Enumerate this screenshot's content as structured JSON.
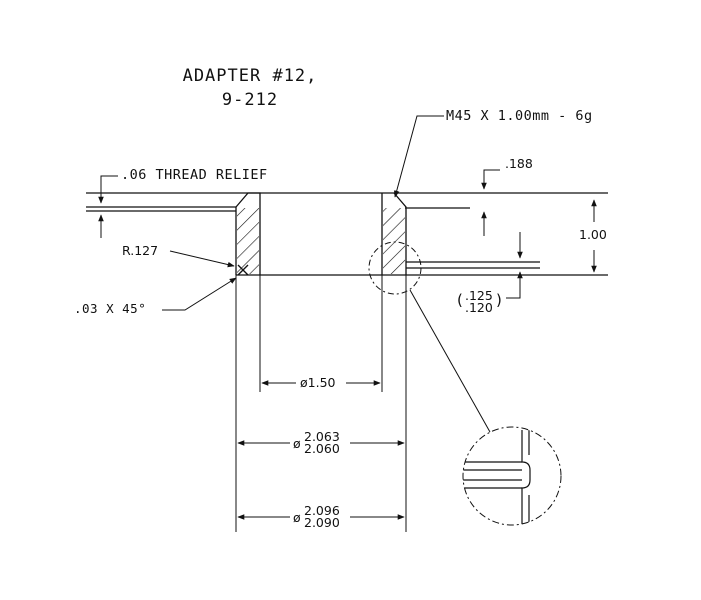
{
  "title": {
    "line1": "ADAPTER #12,",
    "line2": "9-212"
  },
  "callouts": {
    "thread_spec": "M45 X 1.00mm - 6g",
    "thread_relief": ".06 THREAD RELIEF",
    "radius": "R.127",
    "chamfer": ".03 X 45°"
  },
  "dimensions": {
    "depth_188": ".188",
    "height": "1.00",
    "groove_upper": ".125",
    "groove_lower": ".120",
    "bore": "ø1.50",
    "od1_symbol": "ø",
    "od1_upper": "2.063",
    "od1_lower": "2.060",
    "od2_symbol": "ø",
    "od2_upper": "2.096",
    "od2_lower": "2.090"
  }
}
